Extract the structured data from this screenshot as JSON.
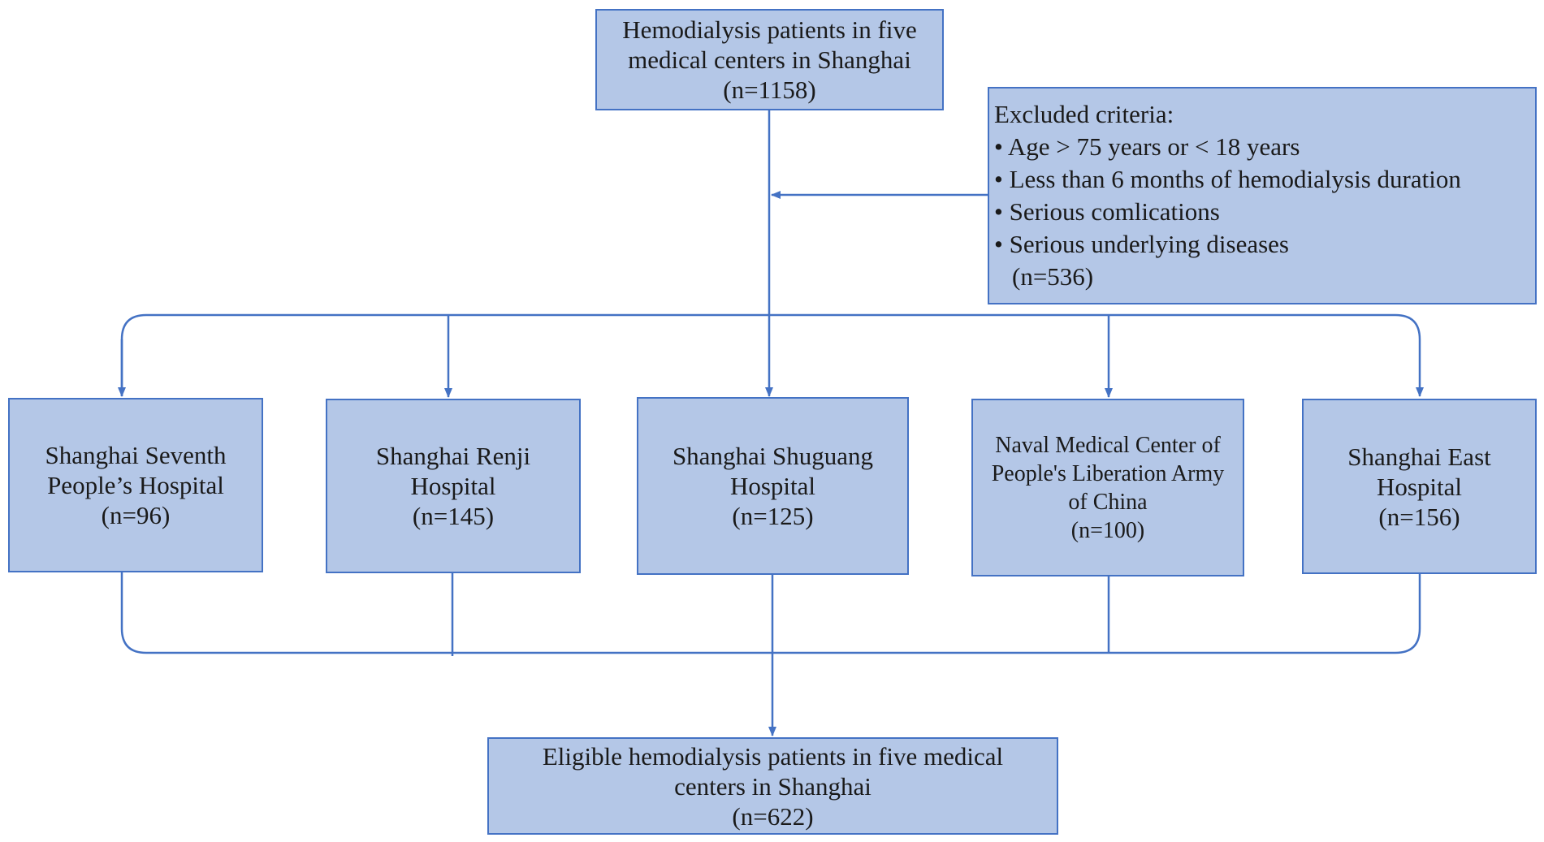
{
  "colors": {
    "box_fill": "#b4c7e7",
    "box_border": "#4472c4",
    "connector": "#4472c4",
    "text": "#1a1a1a"
  },
  "top_box": {
    "lines": [
      "Hemodialysis patients in five",
      "medical centers in Shanghai",
      "(n=1158)"
    ]
  },
  "excluded_box": {
    "title": "Excluded criteria:",
    "criteria": [
      "• Age > 75 years or < 18 years",
      "• Less than 6 months of hemodialysis duration",
      "• Serious comlications",
      "• Serious underlying diseases"
    ],
    "count": "(n=536)"
  },
  "hospitals": [
    {
      "lines": [
        "Shanghai Seventh",
        "People’s Hospital",
        "(n=96)"
      ]
    },
    {
      "lines": [
        "Shanghai Renji",
        "Hospital",
        "(n=145)"
      ]
    },
    {
      "lines": [
        "Shanghai Shuguang",
        "Hospital",
        "(n=125)"
      ]
    },
    {
      "lines": [
        "Naval Medical Center of",
        "People's Liberation Army",
        "of China",
        "(n=100)"
      ]
    },
    {
      "lines": [
        "Shanghai East",
        "Hospital",
        "(n=156)"
      ]
    }
  ],
  "bottom_box": {
    "lines": [
      "Eligible hemodialysis patients in five medical",
      "centers in Shanghai",
      "(n=622)"
    ]
  }
}
